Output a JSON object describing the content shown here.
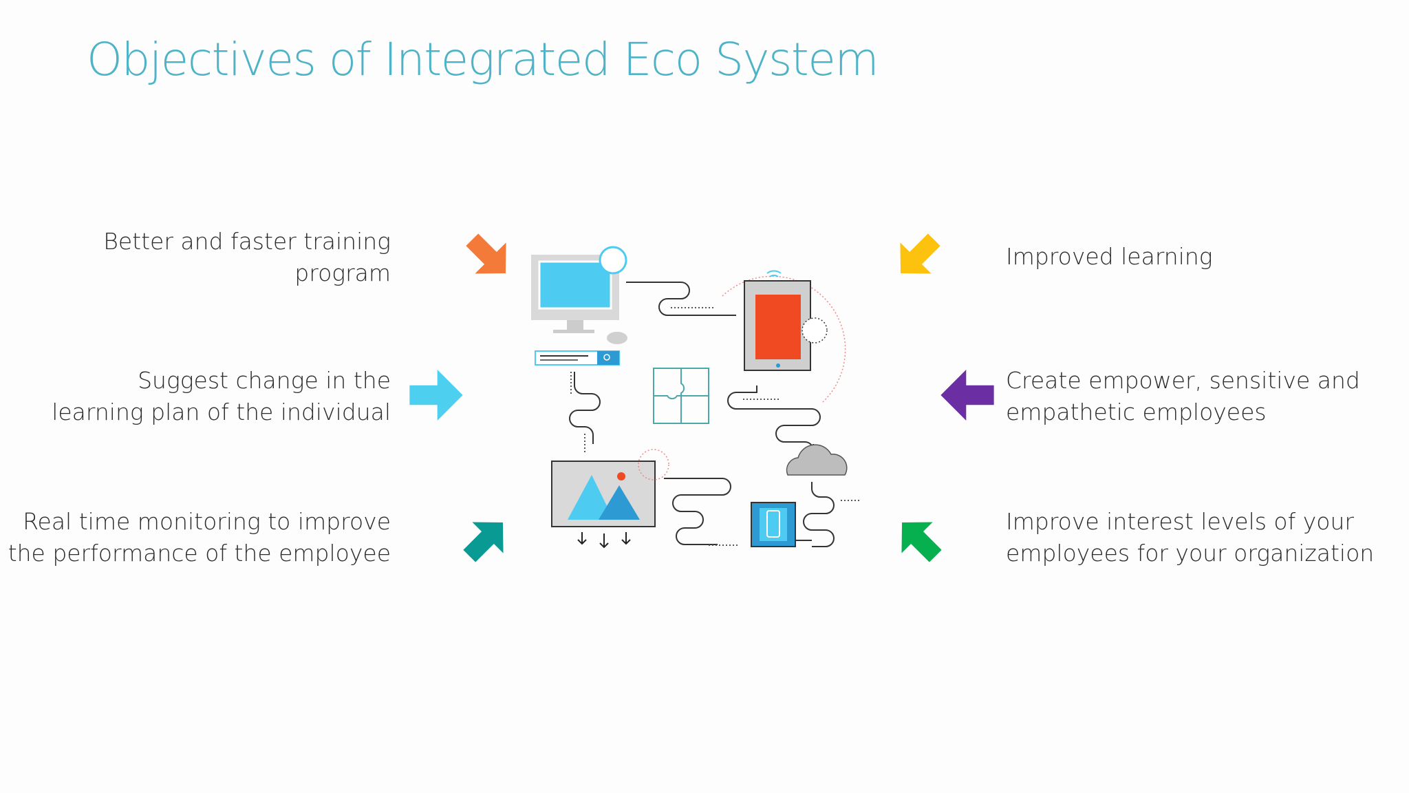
{
  "slide": {
    "title": "Objectives of Integrated Eco System",
    "left_points": [
      "Better and faster training\nprogram",
      "Suggest change in the\nlearning plan of the individual",
      "Real time monitoring to improve\nthe performance of the employee"
    ],
    "right_points": [
      "Improved learning",
      "Create empower, sensitive and\nempathetic employees",
      "Improve interest levels of your\nemployees for your organization"
    ]
  },
  "colors": {
    "title": "#4fb3c8",
    "arrow_orange": "#f47a3a",
    "arrow_sky": "#4dd0f0",
    "arrow_teal": "#0a9a94",
    "arrow_yellow": "#fcc20e",
    "arrow_purple": "#6b2fa3",
    "arrow_green": "#06b04e",
    "tablet_screen": "#f04a23",
    "monitor_screen": "#4dcbf0"
  },
  "icons": {
    "arrow_1": "arrow-down-right-icon",
    "arrow_2": "arrow-right-icon",
    "arrow_3": "arrow-up-right-icon",
    "arrow_4": "arrow-down-left-icon",
    "arrow_5": "arrow-left-icon",
    "arrow_6": "arrow-up-left-icon",
    "diagram": [
      "computer-icon",
      "tablet-icon",
      "puzzle-icon",
      "cloud-icon",
      "image-gallery-icon",
      "phone-icon"
    ]
  }
}
